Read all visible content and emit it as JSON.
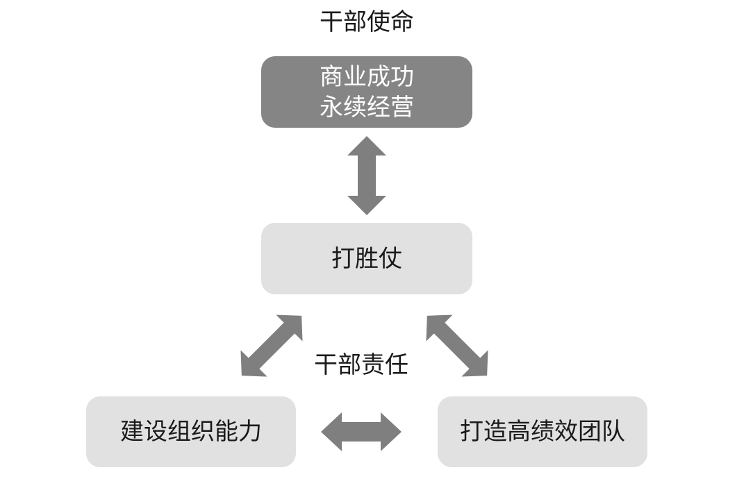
{
  "diagram": {
    "mission_label": "干部使命",
    "responsibility_label": "干部责任",
    "mission_box": {
      "line1": "商业成功",
      "line2": "永续经营"
    },
    "win_box": "打胜仗",
    "org_box": "建设组织能力",
    "team_box": "打造高绩效团队"
  },
  "colors": {
    "dark_box": "#868585",
    "light_box": "#e1e1e1",
    "arrow": "#7f7f7f",
    "text": "#1a1a1a"
  }
}
